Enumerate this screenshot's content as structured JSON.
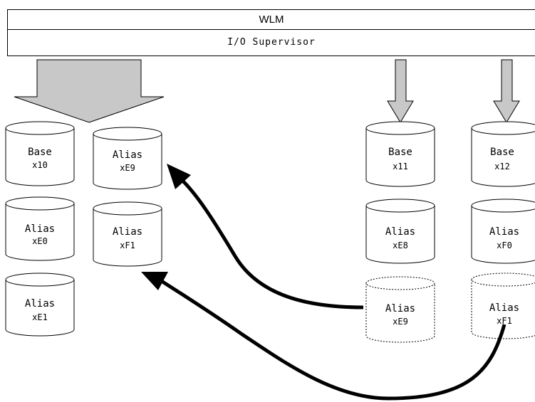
{
  "header": {
    "wlm_label": "WLM",
    "io_supervisor_label": "I/O Supervisor"
  },
  "colors": {
    "line": "#000000",
    "flow_arrow_fill": "#c8c8c8",
    "background": "#ffffff"
  },
  "devices": {
    "base_10": {
      "type": "Base",
      "id": "x10",
      "style": "solid"
    },
    "alias_e9_left": {
      "type": "Alias",
      "id": "xE9",
      "style": "solid"
    },
    "alias_e0": {
      "type": "Alias",
      "id": "xE0",
      "style": "solid"
    },
    "alias_f1_left": {
      "type": "Alias",
      "id": "xF1",
      "style": "solid"
    },
    "alias_e1": {
      "type": "Alias",
      "id": "xE1",
      "style": "solid"
    },
    "base_11": {
      "type": "Base",
      "id": "x11",
      "style": "solid"
    },
    "base_12": {
      "type": "Base",
      "id": "x12",
      "style": "solid"
    },
    "alias_e8": {
      "type": "Alias",
      "id": "xE8",
      "style": "solid"
    },
    "alias_f0": {
      "type": "Alias",
      "id": "xF0",
      "style": "solid"
    },
    "alias_e9_right": {
      "type": "Alias",
      "id": "xE9",
      "style": "dotted"
    },
    "alias_f1_right": {
      "type": "Alias",
      "id": "xF1",
      "style": "dotted"
    }
  }
}
